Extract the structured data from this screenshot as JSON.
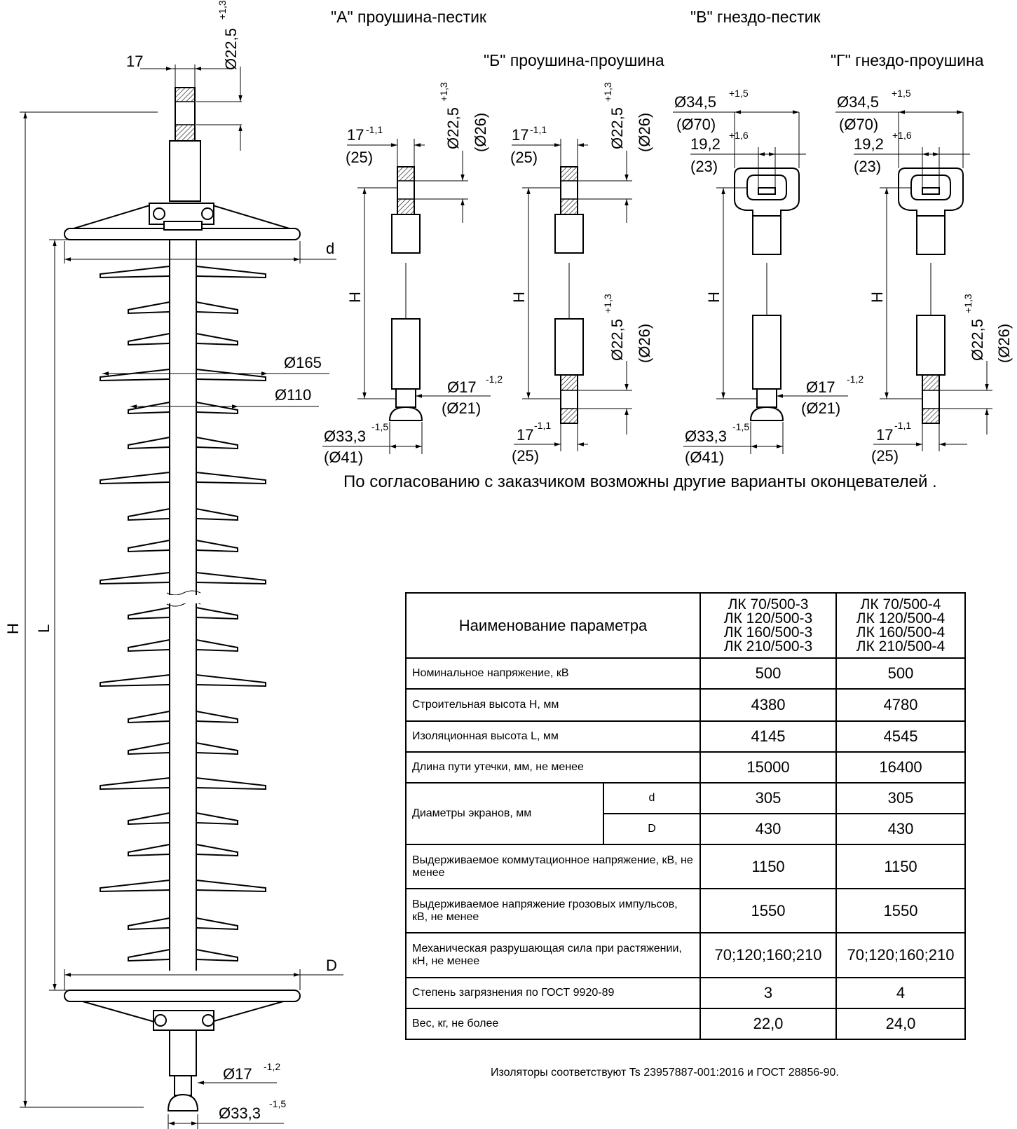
{
  "variants": {
    "a": {
      "label": "\"А\" проушина-пестик"
    },
    "b": {
      "label": "\"Б\" проушина-проушина"
    },
    "v": {
      "label": "\"В\" гнездо-пестик"
    },
    "g": {
      "label": "\"Г\" гнездо-проушина"
    }
  },
  "dims": {
    "d17": "17",
    "d22": "Ø22,5",
    "tol13": "+1,3",
    "d17b": "17",
    "tol11": "-1,1",
    "p25": "(25)",
    "p26": "(Ø26)",
    "d17c": "Ø17",
    "tol12": "-1,2",
    "p21": "(Ø21)",
    "d333": "Ø33,3",
    "tol15": "-1,5",
    "p41": "(Ø41)",
    "d345": "Ø34,5",
    "tol15p": "+1,5",
    "p70": "(Ø70)",
    "d192": "19,2",
    "tol16": "+1,6",
    "p23": "(23)",
    "d165": "Ø165",
    "d110": "Ø110",
    "H": "H",
    "L": "L",
    "d": "d",
    "D": "D"
  },
  "note": "По согласованию с заказчиком возможны другие варианты оконцевателей .",
  "table": {
    "header_name": "Наименование параметра",
    "col3": [
      "ЛК 70/500-3",
      "ЛК 120/500-3",
      "ЛК 160/500-3",
      "ЛК 210/500-3"
    ],
    "col4": [
      "ЛК 70/500-4",
      "ЛК 120/500-4",
      "ЛК 160/500-4",
      "ЛК 210/500-4"
    ],
    "rows": [
      {
        "name": "Номинальное напряжение, кВ",
        "v3": "500",
        "v4": "500"
      },
      {
        "name": "Строительная высота H, мм",
        "v3": "4380",
        "v4": "4780"
      },
      {
        "name": "Изоляционная высота L, мм",
        "v3": "4145",
        "v4": "4545"
      },
      {
        "name": "Длина пути утечки, мм, не менее",
        "v3": "15000",
        "v4": "16400"
      }
    ],
    "screens": {
      "name": "Диаметры экранов, мм",
      "d_label": "d",
      "D_label": "D",
      "d3": "305",
      "d4": "305",
      "D3": "430",
      "D4": "430"
    },
    "rows2": [
      {
        "name": "Выдерживаемое коммутационное напряжение, кВ, не менее",
        "v3": "1150",
        "v4": "1150"
      },
      {
        "name": "Выдерживаемое напряжение грозовых импульсов, кВ, не менее",
        "v3": "1550",
        "v4": "1550"
      },
      {
        "name": "Механическая разрушающая сила при растяжении, кН, не менее",
        "v3": "70;120;160;210",
        "v4": "70;120;160;210"
      },
      {
        "name": "Степень загрязнения по ГОСТ 9920-89",
        "v3": "3",
        "v4": "4"
      },
      {
        "name": "Вес, кг, не более",
        "v3": "22,0",
        "v4": "24,0"
      }
    ]
  },
  "footnote": "Изоляторы соответствуют Ts 23957887-001:2016 и  ГОСТ 28856-90."
}
